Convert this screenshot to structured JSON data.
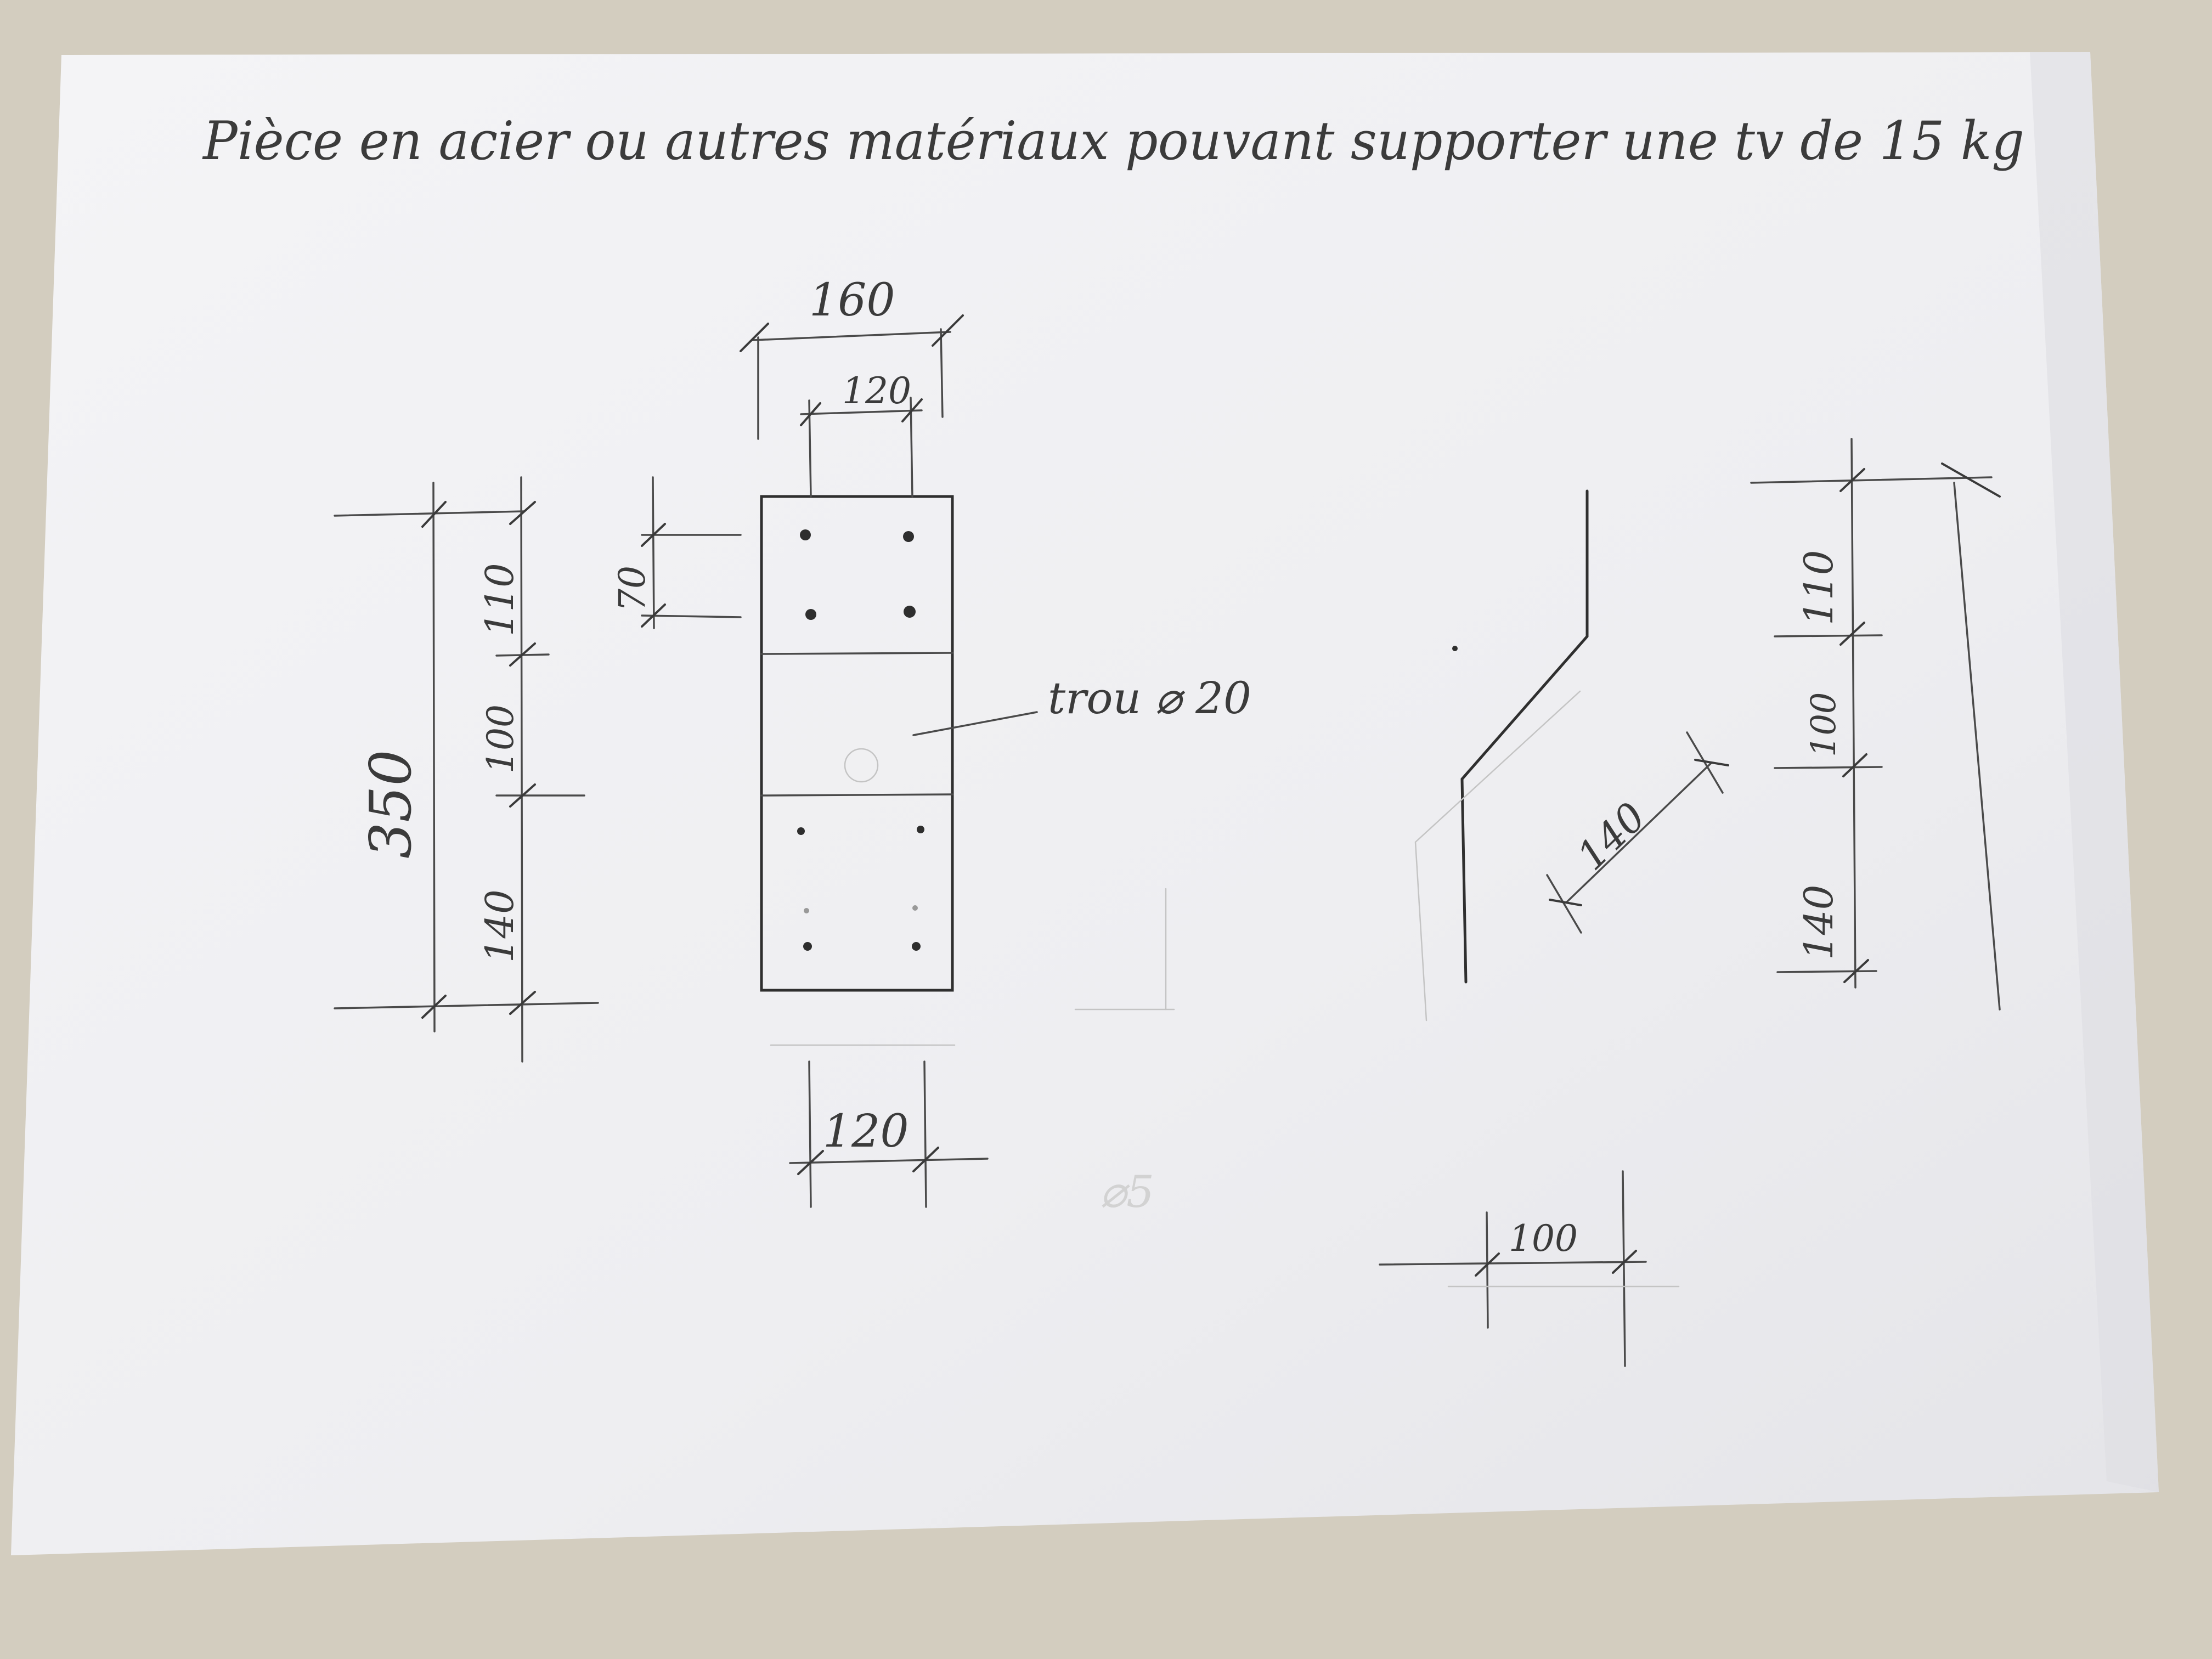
{
  "title": "Pièce en acier ou autres matériaux pouvant supporter une tv de 15 kg",
  "front_view": {
    "width_outer": "160",
    "width_holes_top": "120",
    "hole_spacing_vertical": "70",
    "hole_note": "trou ⌀ 20",
    "width_holes_bottom": "120"
  },
  "left_dimensions": {
    "total_height": "350",
    "segment_top": "110",
    "segment_middle": "100",
    "segment_bottom": "140"
  },
  "side_view": {
    "slant_length": "140",
    "offset_depth": "100"
  },
  "right_dimensions": {
    "segment_top": "110",
    "segment_middle": "100",
    "segment_bottom": "140"
  },
  "colors": {
    "paper": "#f1f1f3",
    "pencil": "#3b3b3b",
    "table": "#cfc9bc"
  }
}
